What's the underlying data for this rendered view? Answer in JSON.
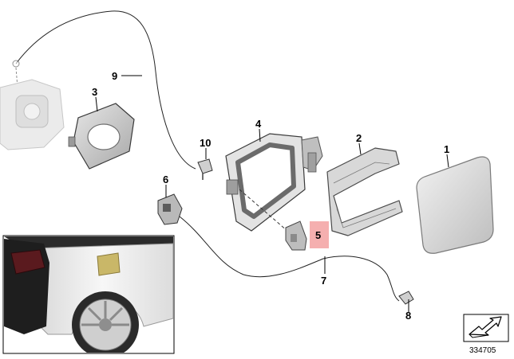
{
  "callouts": {
    "p1": "1",
    "p2": "2",
    "p3": "3",
    "p4": "4",
    "p5": "5",
    "p6": "6",
    "p7": "7",
    "p8": "8",
    "p9": "9",
    "p10": "10"
  },
  "catalog_number": "334705",
  "colors": {
    "highlight": "#f4a6a6",
    "part_grey": "#cfcfcf",
    "frame_dark": "#6b6b6b",
    "flap_color": "#c9b768"
  },
  "icons": {
    "nav": "arrow-orientation-icon",
    "vehicle": "vehicle-inset-image"
  }
}
